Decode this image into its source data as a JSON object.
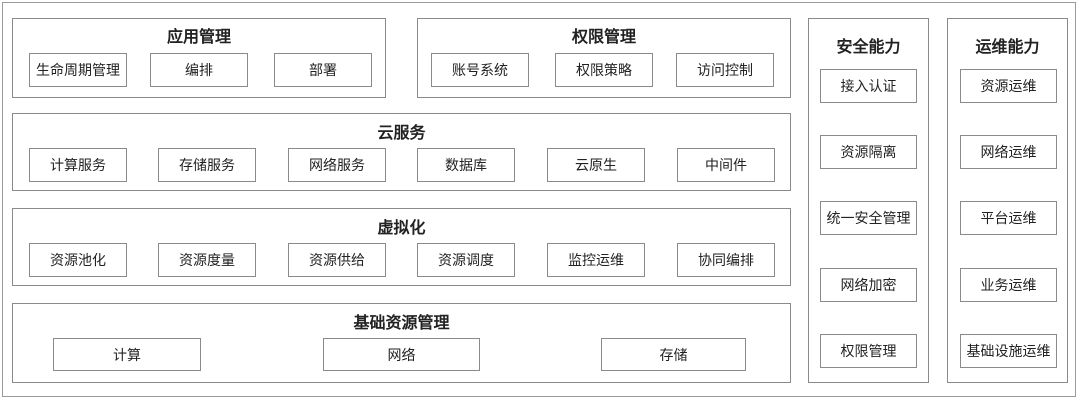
{
  "app_mgmt": {
    "title": "应用管理",
    "items": [
      "生命周期管理",
      "编排",
      "部署"
    ]
  },
  "perm_mgmt": {
    "title": "权限管理",
    "items": [
      "账号系统",
      "权限策略",
      "访问控制"
    ]
  },
  "cloud": {
    "title": "云服务",
    "items": [
      "计算服务",
      "存储服务",
      "网络服务",
      "数据库",
      "云原生",
      "中间件"
    ]
  },
  "virt": {
    "title": "虚拟化",
    "items": [
      "资源池化",
      "资源度量",
      "资源供给",
      "资源调度",
      "监控运维",
      "协同编排"
    ]
  },
  "infra": {
    "title": "基础资源管理",
    "items": [
      "计算",
      "网络",
      "存储"
    ]
  },
  "security": {
    "title": "安全能力",
    "items": [
      "接入认证",
      "资源隔离",
      "统一安全管理",
      "网络加密",
      "权限管理"
    ]
  },
  "ops": {
    "title": "运维能力",
    "items": [
      "资源运维",
      "网络运维",
      "平台运维",
      "业务运维",
      "基础设施运维"
    ]
  }
}
